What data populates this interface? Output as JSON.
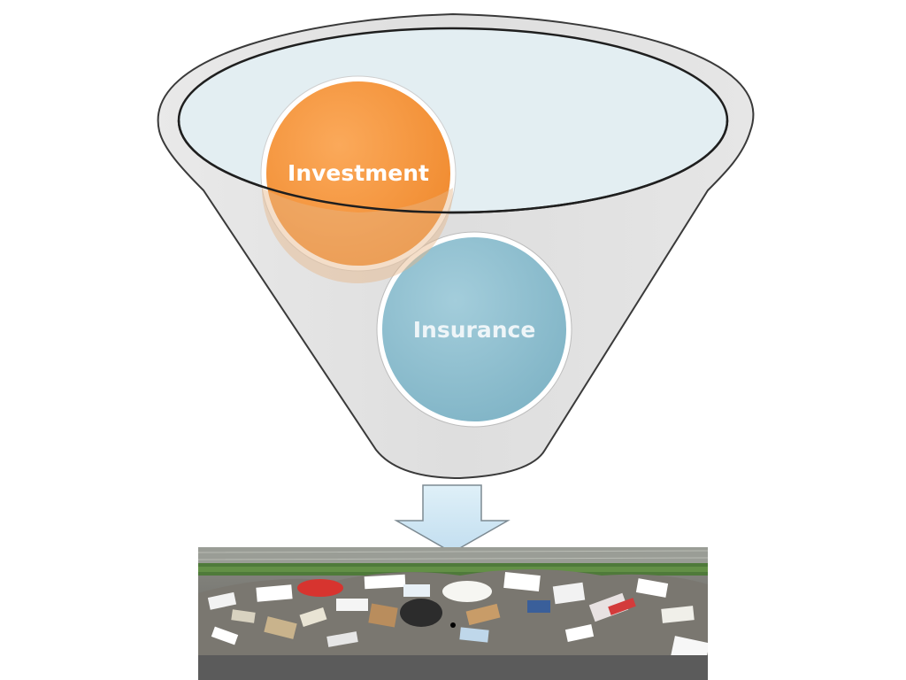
{
  "funnel": {
    "items": [
      {
        "label": "Investment",
        "color": "#f7953d",
        "text_color": "#ffffff"
      },
      {
        "label": "Insurance",
        "color": "#8fbfcf",
        "text_color": "#eef5f8"
      }
    ],
    "rim_color": "#e3eef2",
    "body_color": "#dcdcdc"
  },
  "arrow": {
    "color": "#cfe6f3"
  },
  "photo": {
    "subject": "pile of garbage and litter",
    "ground_color": "#6b6b6b",
    "grass_color": "#4f7a3a"
  }
}
